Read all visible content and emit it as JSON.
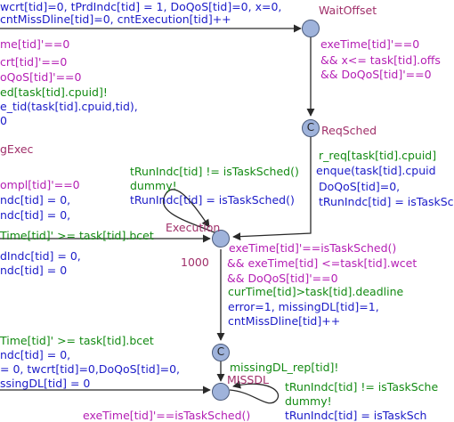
{
  "locations": {
    "wait_offset": "WaitOffset",
    "req_sched": "ReqSched",
    "execution": "Execution",
    "missdl": "MISSDL",
    "left_exec": "gExec",
    "committed": "C"
  },
  "numbers": {
    "n1000": "1000"
  },
  "top_lines": [
    "wcrt[tid]=0, tPrdIndc[tid] = 1, DoQoS[tid]=0, x=0,",
    "cntMissDline[tid]=0, cntExecution[tid]++"
  ],
  "left_wait": [
    "me[tid]'==0",
    "crt[tid]'==0",
    "oQoS[tid]'==0"
  ],
  "left_sched": [
    "ed[task[tid].cpuid]!",
    "e_tid(task[tid].cpuid,tid),",
    "0"
  ],
  "left_exec_block": [
    "ompl[tid]'==0",
    "ndc[tid] = 0,",
    "ndc[tid] = 0,"
  ],
  "left_mid_guard": "Time[tid]' >= task[tid].bcet",
  "left_mid_assign": [
    "dIndc[tid] = 0,",
    "ndc[tid] = 0"
  ],
  "left_bottom_guard": "Time[tid]' >= task[tid].bcet",
  "left_bottom_assign": [
    "ndc[tid] = 0,",
    "= 0,  twcrt[tid]=0,DoQoS[tid]=0,",
    "ssingDL[tid] = 0"
  ],
  "wait_inv": [
    "exeTime[tid]'==0",
    "&& x<= task[tid].offs",
    "&& DoQoS[tid]'==0"
  ],
  "right_sched": [
    "r_req[task[tid].cpuid]",
    "enque(task[tid].cpuid",
    "DoQoS[tid]=0,",
    "tRunIndc[tid] = isTaskSc"
  ],
  "exec_loop": {
    "guard": "tRunIndc[tid] != isTaskSched()",
    "sync": "dummy!",
    "assign": "tRunIndc[tid] = isTaskSched()"
  },
  "exec_inv": [
    "exeTime[tid]'==isTaskSched()",
    "&& exeTime[tid] <=task[tid].wcet",
    "&& DoQoS[tid]'==0"
  ],
  "deadline_guard": "curTime[tid]>task[tid].deadline",
  "deadline_assign": [
    "error=1, missingDL[tid]=1,",
    "cntMissDline[tid]++"
  ],
  "missdl_sync": "missingDL_rep[tid]!",
  "missdl_loop": {
    "guard": "tRunIndc[tid] != isTaskSche",
    "sync": "dummy!",
    "assign": "tRunIndc[tid] = isTaskSch"
  },
  "bottom_inv": "exeTime[tid]'==isTaskSched()",
  "colors": {
    "guard": "#138a13",
    "assign": "#1b1bc8",
    "invariant": "#b41fb4",
    "location": "#9fb3db",
    "edge": "#2a2a2a"
  }
}
